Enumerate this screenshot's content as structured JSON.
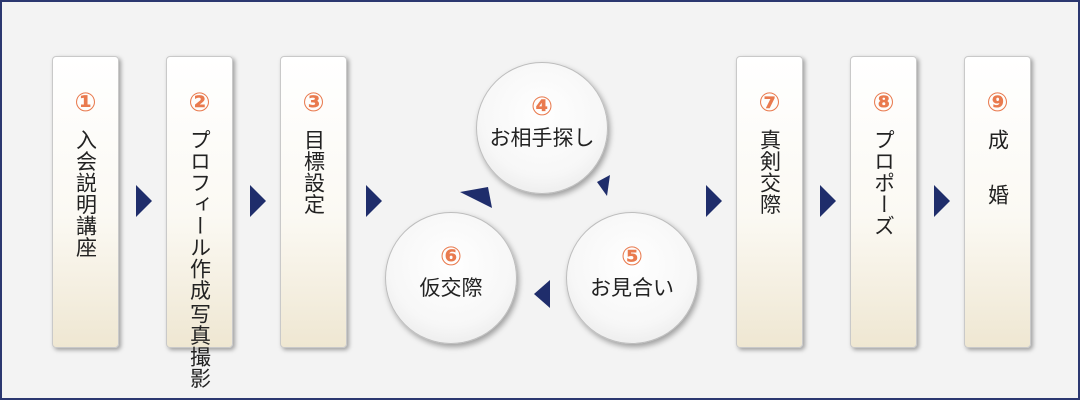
{
  "steps": [
    {
      "number": "①",
      "label": "入会説明講座"
    },
    {
      "number": "②",
      "label_line1": "写真撮影",
      "label_line2": "プロフィール作成"
    },
    {
      "number": "③",
      "label": "目標設定"
    },
    {
      "number": "④",
      "label": "お相手探し"
    },
    {
      "number": "⑤",
      "label": "お見合い"
    },
    {
      "number": "⑥",
      "label": "仮交際"
    },
    {
      "number": "⑦",
      "label": "真剣交際"
    },
    {
      "number": "⑧",
      "label": "プロポーズ"
    },
    {
      "number": "⑨",
      "label": "成婚"
    }
  ],
  "colors": {
    "frame_border": "#2b3770",
    "number": "#e97a4e",
    "arrow": "#1f2d6b",
    "text": "#222222"
  }
}
